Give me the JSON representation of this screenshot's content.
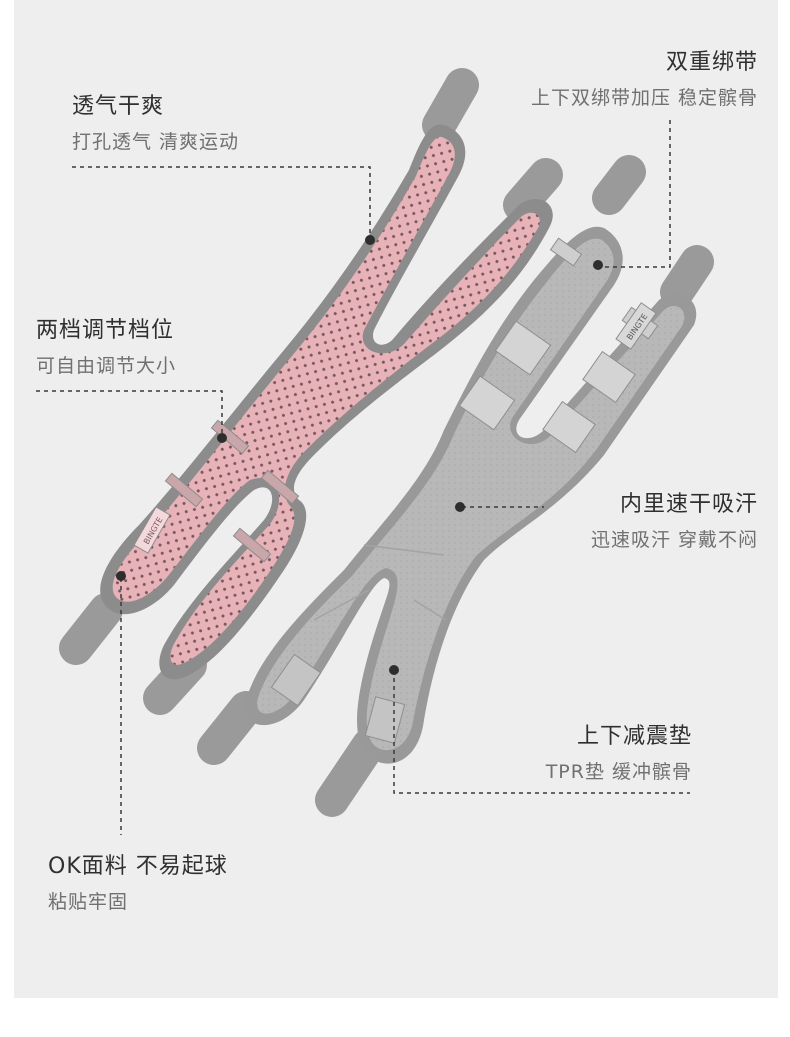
{
  "callouts": {
    "breathable": {
      "title": "透气干爽",
      "subtitle": "打孔透气 清爽运动"
    },
    "double_strap": {
      "title": "双重绑带",
      "subtitle": "上下双绑带加压 稳定髌骨"
    },
    "two_level": {
      "title": "两档调节档位",
      "subtitle": "可自由调节大小"
    },
    "quick_dry": {
      "title": "内里速干吸汗",
      "subtitle": "迅速吸汗 穿戴不闷"
    },
    "pad": {
      "title": "上下减震垫",
      "subtitle": "TPR垫 缓冲髌骨"
    },
    "ok_fabric": {
      "title": "OK面料 不易起球",
      "subtitle": "粘贴牢固"
    }
  },
  "product": {
    "label_pink": "BINGTE",
    "label_gray": "BINGTE"
  },
  "colors": {
    "background": "#efeeee",
    "pink": "#e7b3b9",
    "gray_fabric": "#b9b8b8",
    "border_gray": "#8f8e8e",
    "text_dark": "#2f2f2f",
    "text_light": "#707070"
  }
}
